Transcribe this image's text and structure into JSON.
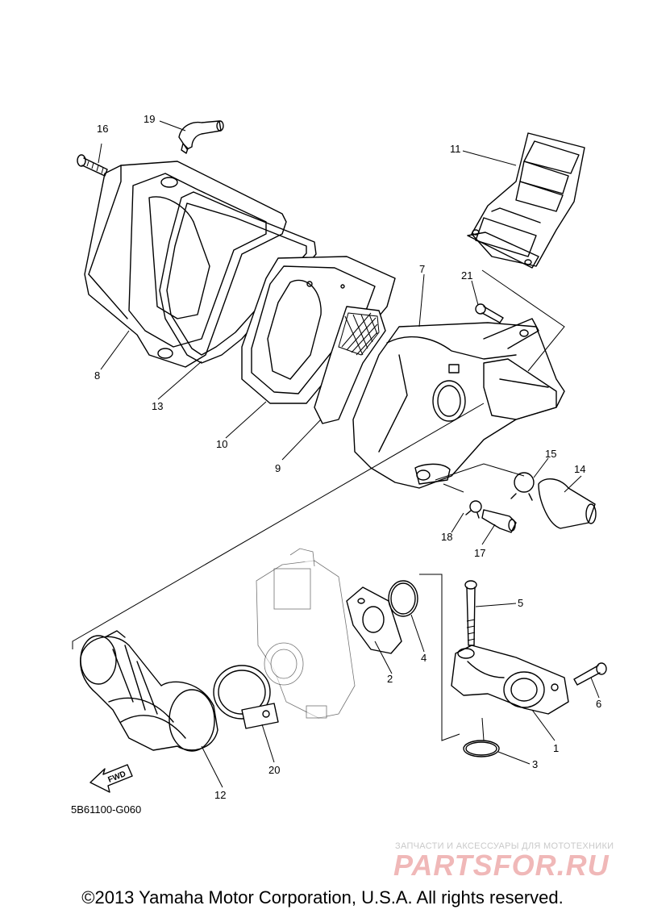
{
  "diagram": {
    "callouts": [
      {
        "id": "c1",
        "label": "1"
      },
      {
        "id": "c2",
        "label": "2"
      },
      {
        "id": "c3",
        "label": "3"
      },
      {
        "id": "c4",
        "label": "4"
      },
      {
        "id": "c5",
        "label": "5"
      },
      {
        "id": "c6",
        "label": "6"
      },
      {
        "id": "c7",
        "label": "7"
      },
      {
        "id": "c8",
        "label": "8"
      },
      {
        "id": "c9",
        "label": "9"
      },
      {
        "id": "c10",
        "label": "10"
      },
      {
        "id": "c11",
        "label": "11"
      },
      {
        "id": "c12",
        "label": "12"
      },
      {
        "id": "c13",
        "label": "13"
      },
      {
        "id": "c14",
        "label": "14"
      },
      {
        "id": "c15",
        "label": "15"
      },
      {
        "id": "c16",
        "label": "16"
      },
      {
        "id": "c17",
        "label": "17"
      },
      {
        "id": "c18",
        "label": "18"
      },
      {
        "id": "c19",
        "label": "19"
      },
      {
        "id": "c20",
        "label": "20"
      },
      {
        "id": "c21",
        "label": "21"
      }
    ],
    "fwd_label": "FWD",
    "drawing_code": "5B61100-G060"
  },
  "watermark": {
    "tagline": "ЗАПЧАСТИ И АКСЕССУАРЫ ДЛЯ МОТОТЕХНИКИ",
    "logo": "PARTSFOR.RU"
  },
  "footer": {
    "copyright": "©2013 Yamaha Motor Corporation, U.S.A. All rights reserved."
  }
}
